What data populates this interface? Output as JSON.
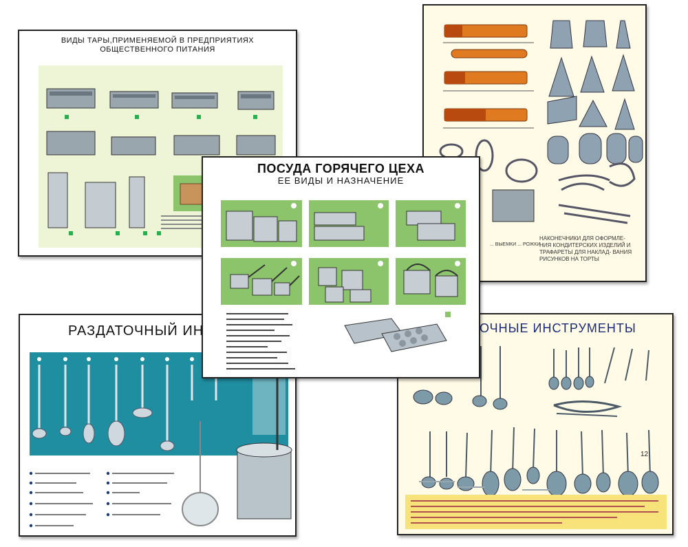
{
  "posters": {
    "containers": {
      "title_line1": "ВИДЫ ТАРЫ,ПРИМЕНЯЕМОЙ В ПРЕДПРИЯТИЯХ",
      "title_line2": "ОБЩЕСТВЕННОГО ПИТАНИЯ"
    },
    "pastry": {
      "caption_left": "... ВЫЕМКИ ... РОЖКИ",
      "caption_right": "НАКОНЕЧНИКИ ДЛЯ ОФОРМЛЕ- НИЯ КОНДИТЕРСКИХ ИЗДЕЛИЙ И ТРАФАРЕТЫ ДЛЯ НАКЛАД- ВАНИЯ РИСУНКОВ НА ТОРТЫ"
    },
    "hot_shop": {
      "title_line1": "ПОСУДА ГОРЯЧЕГО ЦЕХА",
      "title_line2": "ЕЕ ВИДЫ И НАЗНАЧЕНИЕ"
    },
    "serving": {
      "title": "РАЗДАТОЧНЫЙ ИНВ"
    },
    "tools": {
      "title": "ОЧНЫЕ ИНСТРУМЕНТЫ",
      "num_12": "12"
    }
  },
  "colors": {
    "container_bg": "#eef5d6",
    "green_panel": "#8cc46c",
    "teal_panel": "#1f8ea0",
    "cream_bg": "#fffbe6",
    "yellow_bar": "#f8e27a",
    "tools_title": "#1a2a7a"
  }
}
